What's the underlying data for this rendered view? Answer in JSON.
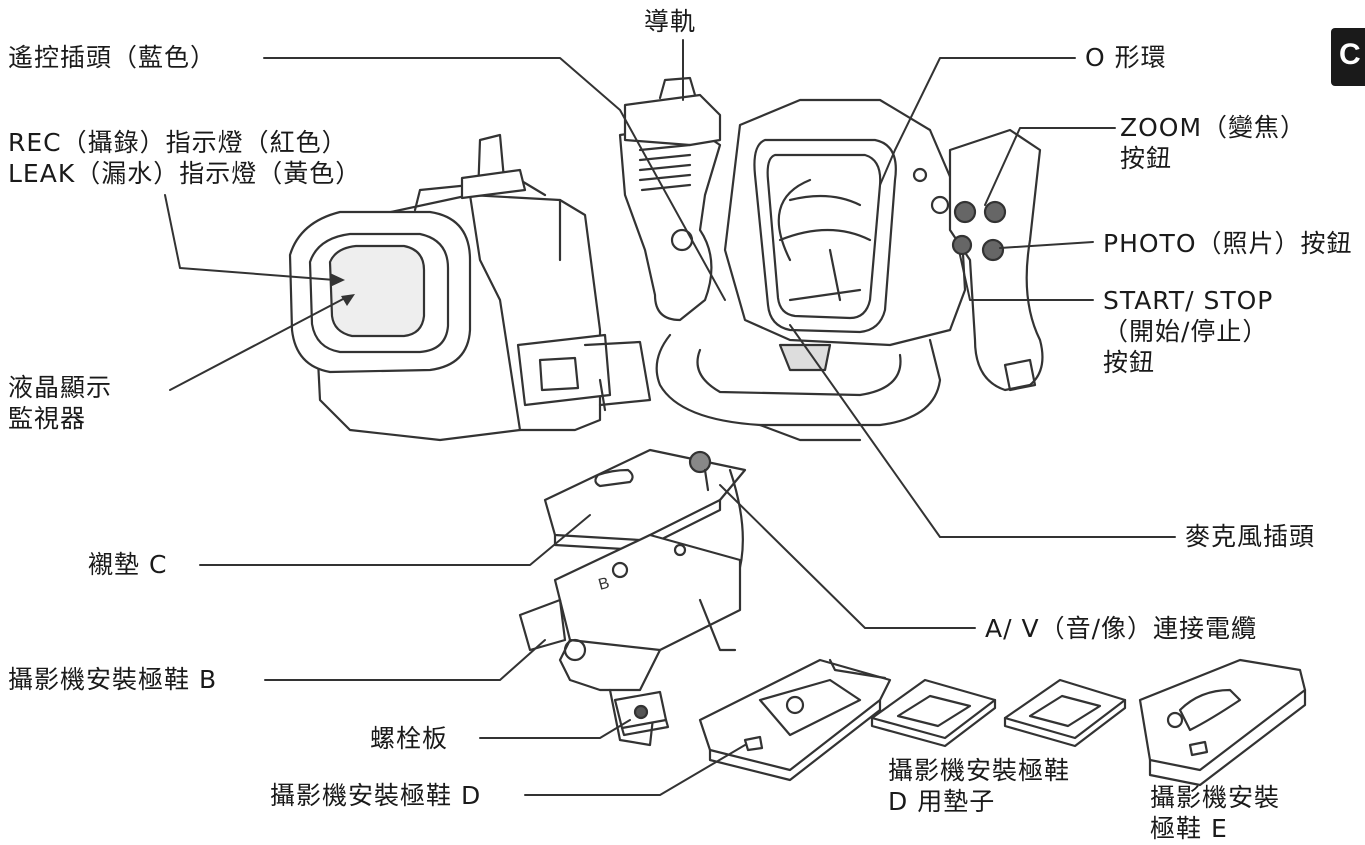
{
  "page_tab": "C",
  "labels": {
    "rail": "導軌",
    "remote_plug": "遙控插頭（藍色）",
    "o_ring": "O 形環",
    "rec_lamp": "REC（攝錄）指示燈（紅色）",
    "leak_lamp": "LEAK（漏水）指示燈（黃色）",
    "zoom_line1": "ZOOM（變焦）",
    "zoom_line2": "按鈕",
    "photo": "PHOTO（照片）按鈕",
    "start_line1": "START/ STOP",
    "start_line2": "（開始∕停止）",
    "start_line3": "按鈕",
    "lcd_line1": "液晶顯示",
    "lcd_line2": "監視器",
    "mic_plug": "麥克風插頭",
    "pad_c": "襯墊 C",
    "av_cable": "A/ V（音∕像）連接電纜",
    "shoe_b": "攝影機安裝極鞋 B",
    "bolt_plate": "螺栓板",
    "shoe_d": "攝影機安裝極鞋 D",
    "shoe_d_mat_line1": "攝影機安裝極鞋",
    "shoe_d_mat_line2": "D 用墊子",
    "shoe_e_line1": "攝影機安裝",
    "shoe_e_line2": "極鞋 E",
    "mark_b": "B"
  }
}
